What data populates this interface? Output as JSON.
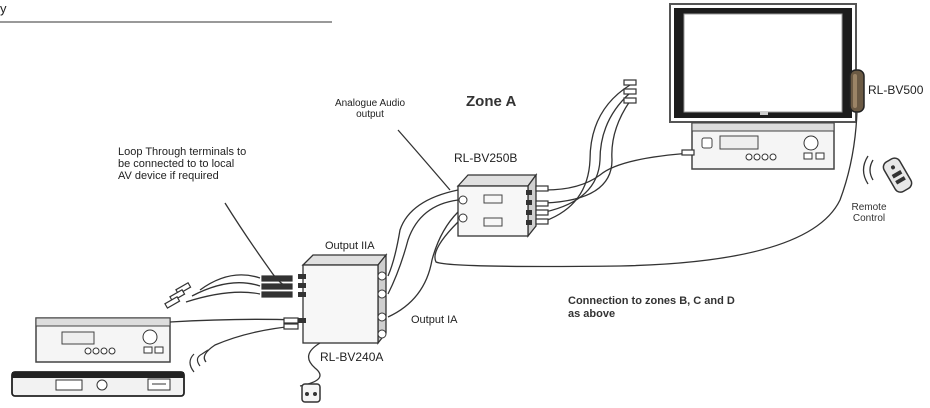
{
  "labels": {
    "truncated_top_text": "y",
    "analogue_audio": "Analogue Audio\noutput",
    "zone": "Zone A",
    "rl_bv500": "RL-BV500",
    "rl_bv250b": "RL-BV250B",
    "loop_through": "Loop Through terminals to\nbe connected to to local\nAV device if required",
    "remote_control": "Remote\nControl",
    "output_iia": "Output IIA",
    "output_ia": "Output IA",
    "connection_zones": "Connection to zones B, C and D\nas above",
    "rl_bv240a": "RL-BV240A"
  },
  "colors": {
    "line": "#333333",
    "device_fill": "#f2f2f2",
    "device_dark": "#222222",
    "screen": "#ffffff"
  },
  "icons": [
    "tv-icon",
    "av-receiver-icon",
    "splitter-box-icon",
    "rca-plug-icon",
    "remote-control-icon",
    "ir-receiver-icon",
    "power-plug-icon",
    "dvd-player-icon"
  ]
}
